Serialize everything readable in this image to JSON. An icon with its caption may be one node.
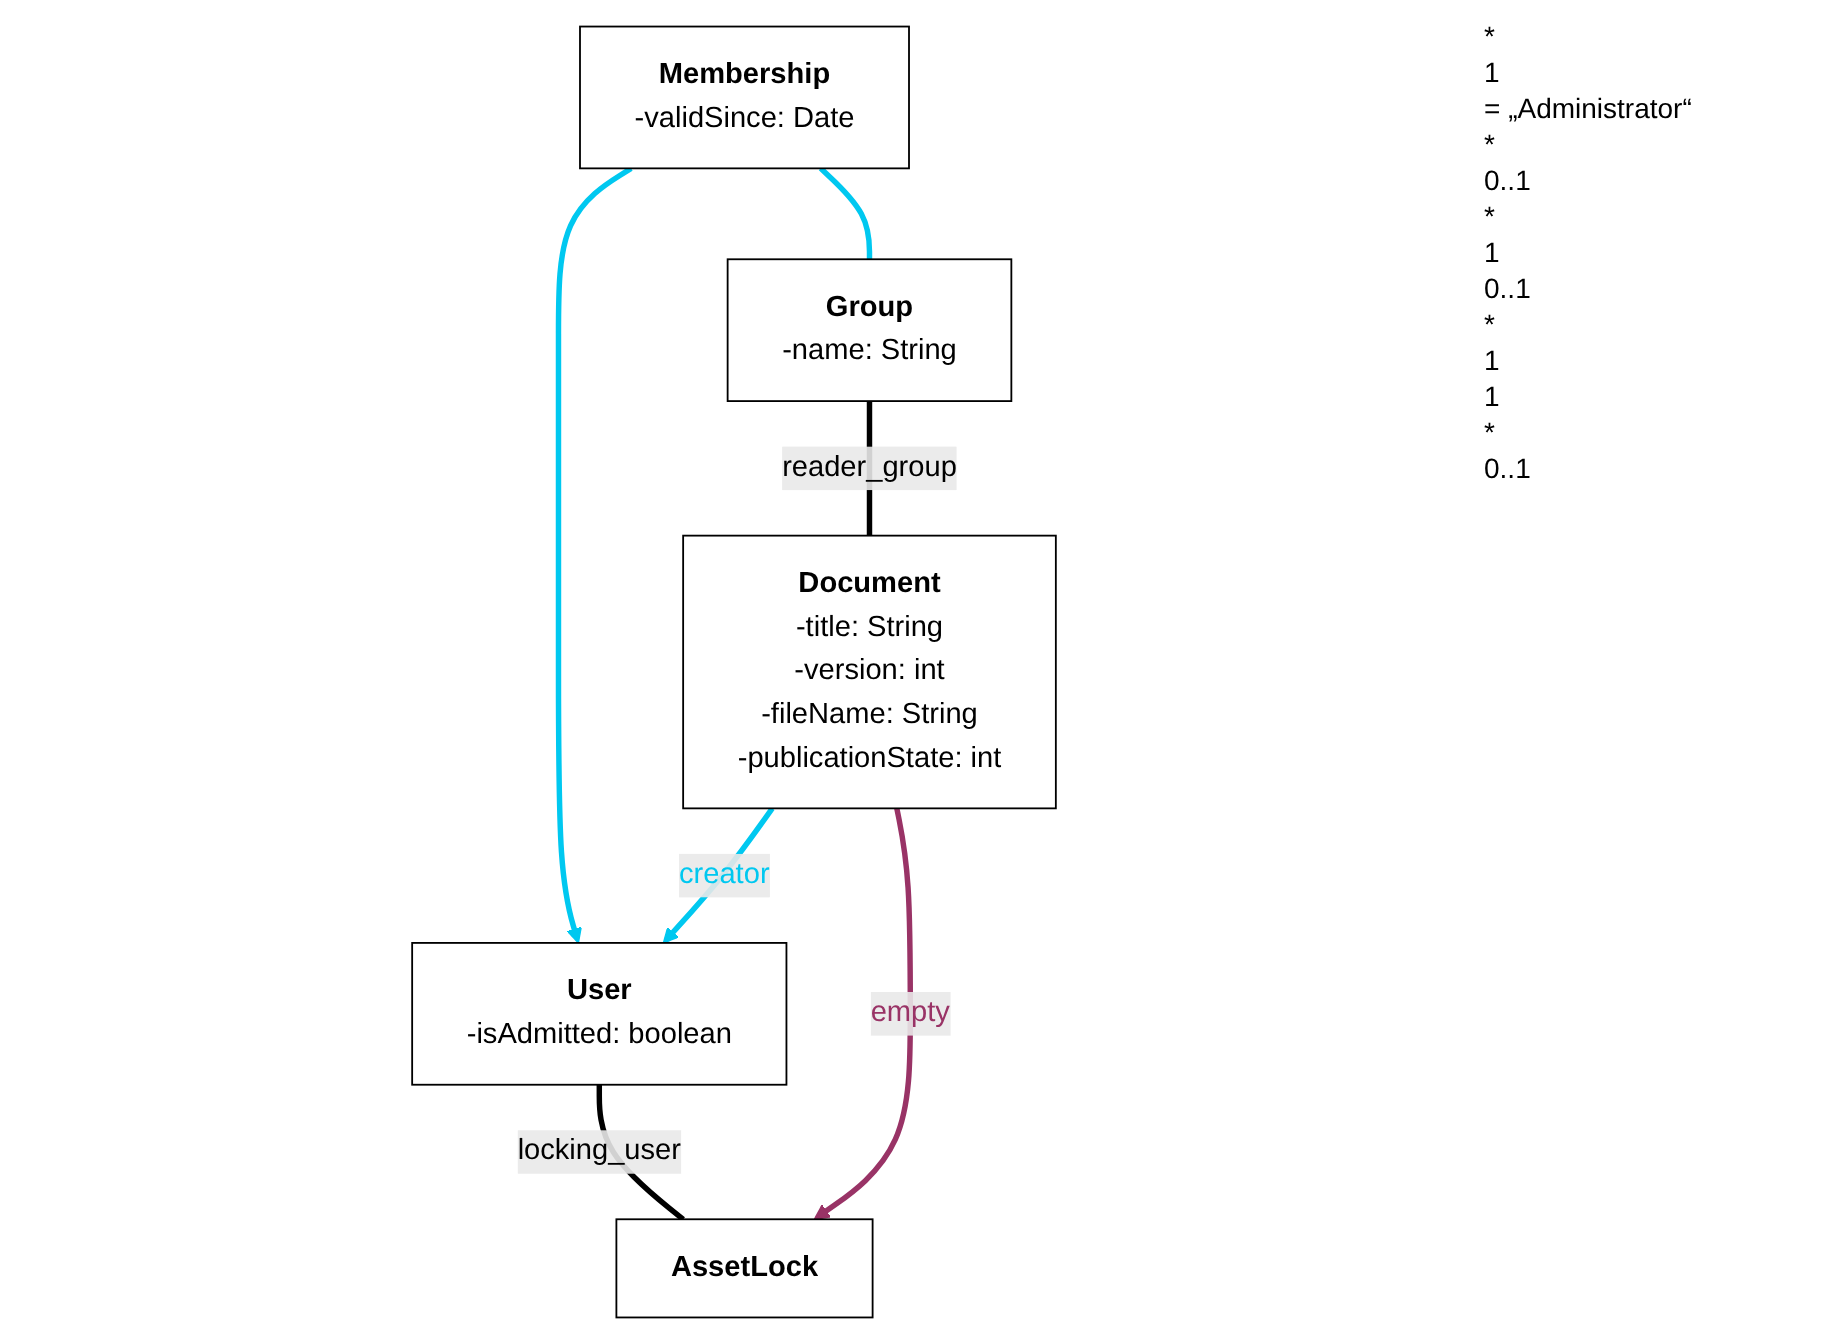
{
  "diagram": {
    "nodes": [
      {
        "text": [
          "Membership",
          "-validSince: Date"
        ]
      },
      {
        "text": [
          "Group",
          "-name: String"
        ]
      },
      {
        "text": [
          "User",
          "-isAdmitted: boolean"
        ]
      },
      {
        "text": [
          "Document",
          "-title: String",
          "-version: int",
          "-fileName: String",
          "-publicationState: int"
        ]
      },
      {
        "text": [
          "AssetLock"
        ]
      }
    ],
    "edges": [
      {
        "from": 0,
        "to": 1,
        "arrow": "none",
        "color": "#00c8f0"
      },
      {
        "from": 0,
        "to": 2,
        "arrow": "to",
        "color": "#00c8f0"
      },
      {
        "from": 1,
        "to": 3,
        "arrow": "none",
        "label": "reader_group",
        "color": "#000000"
      },
      {
        "from": 3,
        "to": 2,
        "arrow": "to",
        "label": "creator",
        "color": "#00c8f0"
      },
      {
        "from": 2,
        "to": 4,
        "arrow": "none",
        "label": "locking_user",
        "color": "#000000"
      },
      {
        "from": 3,
        "to": 4,
        "arrow": "to",
        "label": "empty",
        "color": "#993366"
      }
    ],
    "labels": [
      "*",
      "1",
      "= „Administrator“",
      "*",
      "0..1",
      "*",
      "1",
      "0..1",
      "*",
      "1",
      "1",
      "*",
      "0..1"
    ]
  }
}
